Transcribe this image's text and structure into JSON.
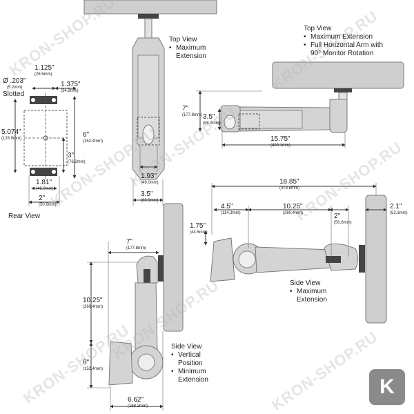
{
  "views": {
    "top_max": {
      "title": "Top View",
      "bullets": [
        "Maximum",
        "Extension"
      ]
    },
    "top_full": {
      "title": "Top View",
      "bullets": [
        "Maximum Extension",
        "Full Horizontal Arm with",
        "90° Monitor Rotation"
      ]
    },
    "rear": {
      "title": "Rear View"
    },
    "side_vertical": {
      "title": "Side View",
      "bullets": [
        "Vertical",
        "Position",
        "Minimum",
        "Extension"
      ]
    },
    "side_max": {
      "title": "Side View",
      "bullets": [
        "Maximum",
        "Extension"
      ]
    }
  },
  "dimensions": {
    "rear_slot": {
      "main": "Ø .203\"",
      "sub": "(5.2mm)",
      "note": "Slotted"
    },
    "rear_1125": {
      "main": "1.125\"",
      "sub": "(28.6mm)"
    },
    "rear_1375": {
      "main": "1.375\"",
      "sub": "(34.9mm)"
    },
    "rear_5074": {
      "main": "5.074\"",
      "sub": "(128.9mm)"
    },
    "rear_6": {
      "main": "6\"",
      "sub": "(152.4mm)"
    },
    "rear_3": {
      "main": "3\"",
      "sub": "(76.2mm)"
    },
    "rear_181": {
      "main": "1.81\"",
      "sub": "(46.0mm)"
    },
    "rear_2": {
      "main": "2\"",
      "sub": "(50.8mm)"
    },
    "top_193": {
      "main": "1.93\"",
      "sub": "(49.0mm)"
    },
    "top_35": {
      "main": "3.5\"",
      "sub": "(88.9mm)"
    },
    "full_7": {
      "main": "7\"",
      "sub": "(177.8mm)"
    },
    "full_35": {
      "main": "3.5\"",
      "sub": "(88.9mm)"
    },
    "full_1575": {
      "main": "15.75\"",
      "sub": "(400.1mm)"
    },
    "max_1885": {
      "main": "18.85\"",
      "sub": "(478.8mm)"
    },
    "max_45": {
      "main": "4.5\"",
      "sub": "(114.3mm)"
    },
    "max_1025": {
      "main": "10.25\"",
      "sub": "(260.4mm)"
    },
    "max_2": {
      "main": "2\"",
      "sub": "(50.8mm)"
    },
    "max_21": {
      "main": "2.1\"",
      "sub": "(53.3mm)"
    },
    "max_175": {
      "main": "1.75\"",
      "sub": "(44.5mm)"
    },
    "vert_7": {
      "main": "7\"",
      "sub": "(177.8mm)"
    },
    "vert_1025": {
      "main": "10.25\"",
      "sub": "(260.4mm)"
    },
    "vert_6": {
      "main": "6\"",
      "sub": "(152.4mm)"
    },
    "vert_662": {
      "main": "6.62\"",
      "sub": "(168.2mm)"
    }
  },
  "watermark": "KRON-SHOP.RU",
  "logo_letter": "K",
  "colors": {
    "arm": "#d4d4d4",
    "arm_stroke": "#7a7a7a",
    "dark": "#444444",
    "monitor": "#cfcfcf"
  }
}
